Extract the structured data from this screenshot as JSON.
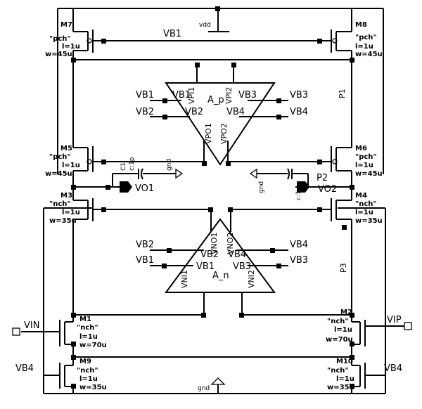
{
  "supply": {
    "vdd": "vdd",
    "gnd_bottom": "gnd"
  },
  "bias_labels": {
    "vb1_top": "VB1"
  },
  "transistors": [
    {
      "id": "M7",
      "type": "\"pch\"",
      "l": "l=1u",
      "w": "w=45u"
    },
    {
      "id": "M8",
      "type": "\"pch\"",
      "l": "l=1u",
      "w": "w=45u"
    },
    {
      "id": "M5",
      "type": "\"pch\"",
      "l": "l=1u",
      "w": "w=45u"
    },
    {
      "id": "M6",
      "type": "\"pch\"",
      "l": "l=1u",
      "w": "w=45u"
    },
    {
      "id": "M3",
      "type": "\"nch\"",
      "l": "l=1u",
      "w": "w=35u"
    },
    {
      "id": "M4",
      "type": "\"nch\"",
      "l": "l=1u",
      "w": "w=35u"
    },
    {
      "id": "M1",
      "type": "\"nch\"",
      "l": "l=1u",
      "w": "w=70u"
    },
    {
      "id": "M2",
      "type": "\"nch\"",
      "l": "l=1u",
      "w": "w=70u"
    },
    {
      "id": "M9",
      "type": "\"nch\"",
      "l": "l=1u",
      "w": "w=35u"
    },
    {
      "id": "M10",
      "type": "\"nch\"",
      "l": "l=1u",
      "w": "w=35u"
    }
  ],
  "amp_p": {
    "name": "A_p",
    "pins": {
      "vb1": "VB1",
      "vb2": "VB2",
      "vb3": "VB3",
      "vb4": "VB4",
      "vpi1": "VPI1",
      "vpi2": "VPI2",
      "vpo1": "VPO1",
      "vpo2": "VPO2"
    },
    "nets": {
      "vb1": "VB1",
      "vb2": "VB2",
      "vb3": "VB3",
      "vb4": "VB4"
    }
  },
  "amp_n": {
    "name": "A_n",
    "pins": {
      "vb1": "VB1",
      "vb2": "VB2",
      "vb3": "VB3",
      "vb4": "VB4",
      "vni1": "VNI1",
      "vni2": "VNI2",
      "vno1": "VNO1",
      "vno2": "VNO2"
    },
    "nets": {
      "vb1": "VB1",
      "vb2": "VB2",
      "vb3": "VB3",
      "vb4": "VB4"
    }
  },
  "caps": {
    "c1_name": "C1",
    "c1_value": "c:1p",
    "c1_gnd": "gnd",
    "c2_value": "c:1p",
    "c2_gnd": "gnd"
  },
  "nodes": {
    "p1": "P1",
    "p2": "P2",
    "p3": "P3"
  },
  "ports": {
    "vo1": "VO1",
    "vo2": "VO2",
    "vin": "VIN",
    "vip": "VIP",
    "vb4_left": "VB4",
    "vb4_right": "VB4"
  }
}
